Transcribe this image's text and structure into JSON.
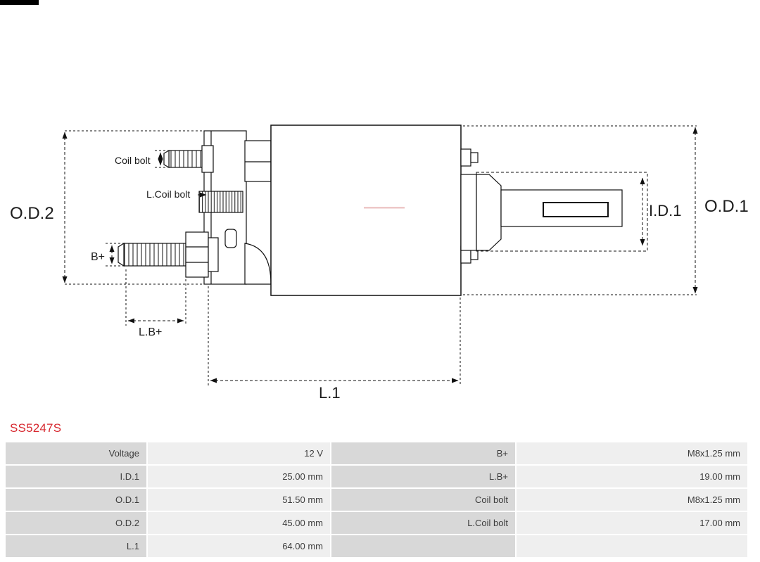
{
  "colors": {
    "title_color": "#d7282f",
    "label_bg": "#d8d8d8",
    "value_bg": "#efefef"
  },
  "title": "SS5247S",
  "diagram": {
    "labels": {
      "od2": "O.D.2",
      "od1": "O.D.1",
      "id1": "I.D.1",
      "l1": "L.1",
      "lb": "L.B+",
      "b": "B+",
      "coil_bolt": "Coil bolt",
      "l_coil_bolt": "L.Coil bolt"
    }
  },
  "table": {
    "rows": [
      {
        "cells": [
          {
            "t": "Voltage"
          },
          {
            "t": "12 V"
          },
          {
            "t": "B+"
          },
          {
            "t": "M8x1.25 mm"
          }
        ]
      },
      {
        "cells": [
          {
            "t": "I.D.1"
          },
          {
            "t": "25.00 mm"
          },
          {
            "t": "L.B+"
          },
          {
            "t": "19.00 mm"
          }
        ]
      },
      {
        "cells": [
          {
            "t": "O.D.1"
          },
          {
            "t": "51.50 mm"
          },
          {
            "t": "Coil bolt"
          },
          {
            "t": "M8x1.25 mm"
          }
        ]
      },
      {
        "cells": [
          {
            "t": "O.D.2"
          },
          {
            "t": "45.00 mm"
          },
          {
            "t": "L.Coil bolt"
          },
          {
            "t": "17.00 mm"
          }
        ]
      },
      {
        "cells": [
          {
            "t": "L.1"
          },
          {
            "t": "64.00 mm"
          },
          {
            "t": ""
          },
          {
            "t": ""
          }
        ]
      }
    ]
  }
}
